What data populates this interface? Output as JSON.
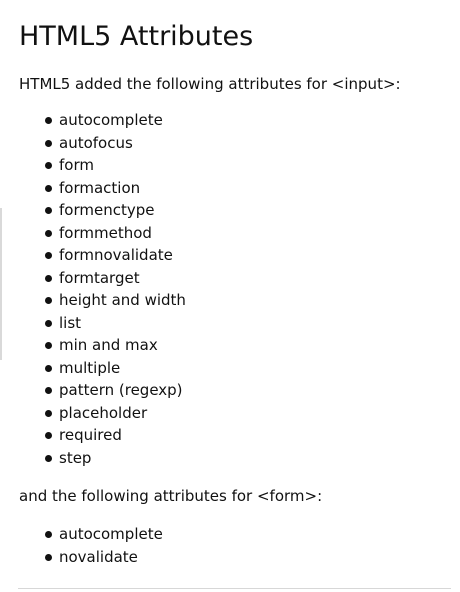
{
  "page": {
    "title": "HTML5 Attributes",
    "intro": "HTML5 added the following attributes for <input>:",
    "input_attributes": [
      "autocomplete",
      "autofocus",
      "form",
      "formaction",
      "formenctype",
      "formmethod",
      "formnovalidate",
      "formtarget",
      "height and width",
      "list",
      "min and max",
      "multiple",
      "pattern (regexp)",
      "placeholder",
      "required",
      "step"
    ],
    "form_intro": "and the following attributes for <form>:",
    "form_attributes": [
      "autocomplete",
      "novalidate"
    ]
  }
}
